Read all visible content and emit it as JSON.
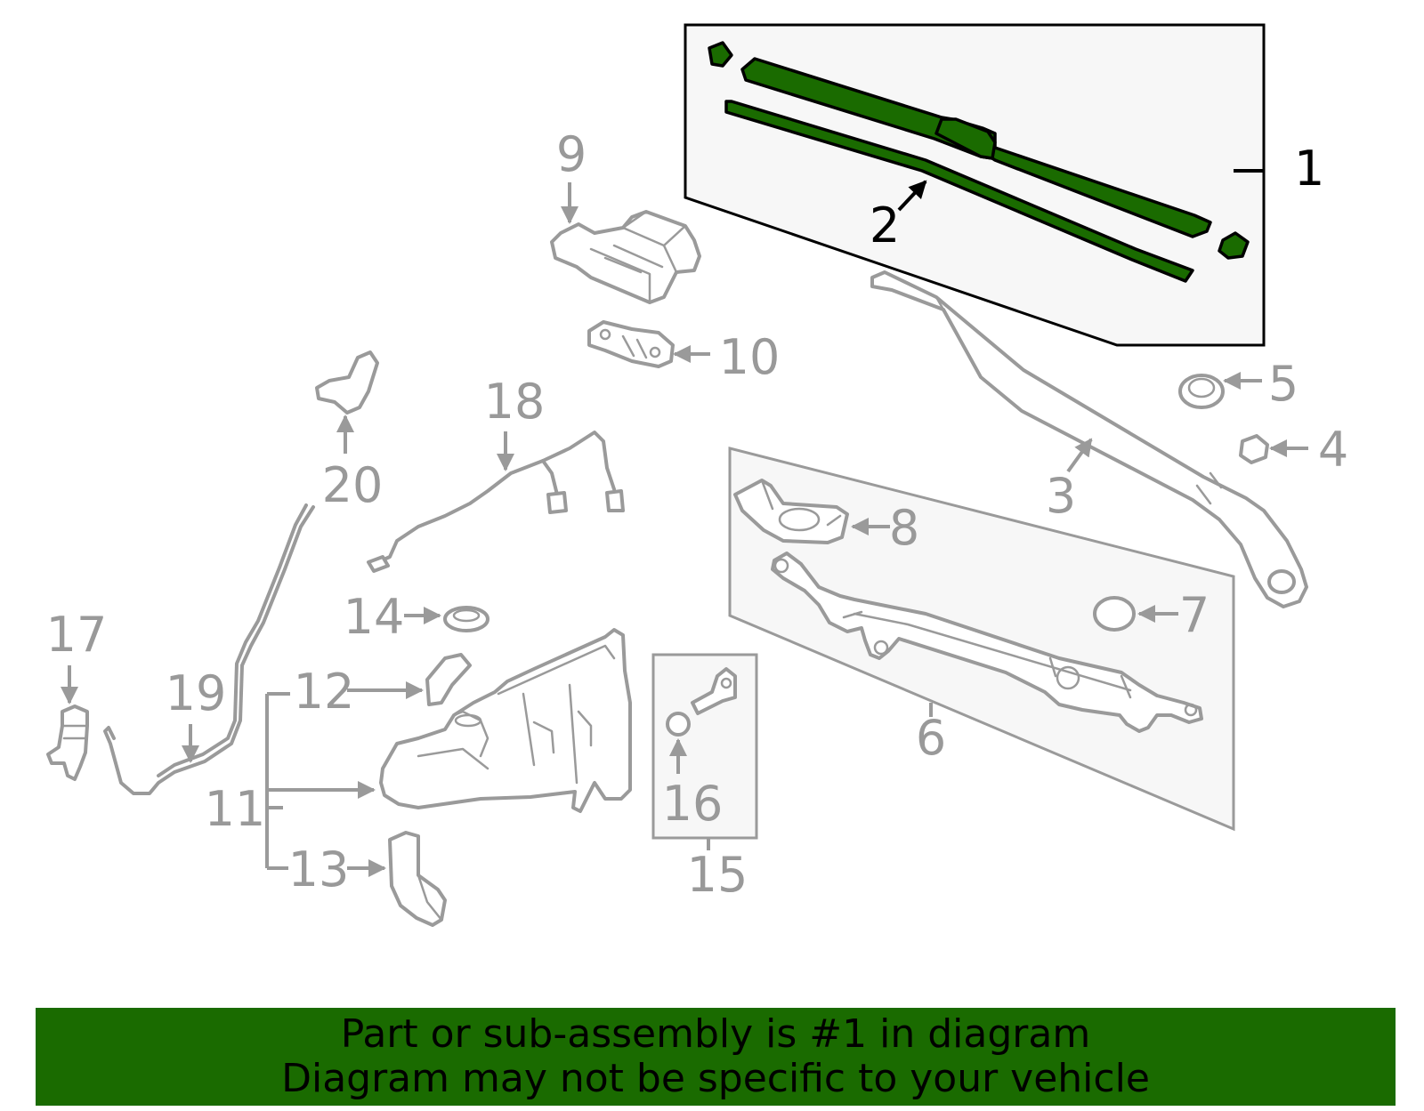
{
  "diagram": {
    "highlight_color": "#1a6b00",
    "callouts": {
      "c1": "1",
      "c2": "2",
      "c3": "3",
      "c4": "4",
      "c5": "5",
      "c6": "6",
      "c7": "7",
      "c8": "8",
      "c9": "9",
      "c10": "10",
      "c11": "11",
      "c12": "12",
      "c13": "13",
      "c14": "14",
      "c15": "15",
      "c16": "16",
      "c17": "17",
      "c18": "18",
      "c19": "19",
      "c20": "20"
    }
  },
  "banner": {
    "line1": "Part or sub-assembly is #1 in diagram",
    "line2": "Diagram may not be specific to your vehicle",
    "background": "#1a6b00"
  }
}
